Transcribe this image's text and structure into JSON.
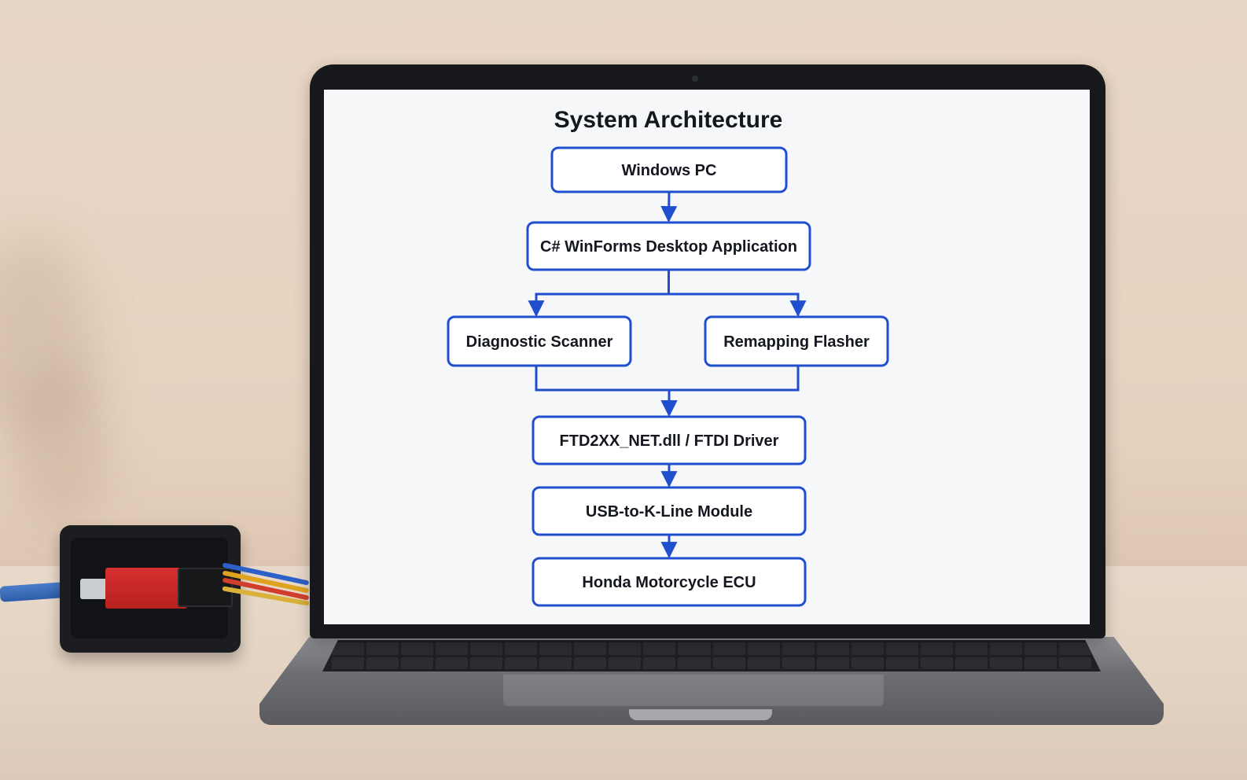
{
  "diagram": {
    "title": "System Architecture",
    "nodes": [
      {
        "id": "windows-pc",
        "label": "Windows PC"
      },
      {
        "id": "desktop-app",
        "label": "C# WinForms Desktop Application"
      },
      {
        "id": "diagnostic-scanner",
        "label": "Diagnostic Scanner"
      },
      {
        "id": "remapping-flasher",
        "label": "Remapping Flasher"
      },
      {
        "id": "ftdi-driver",
        "label": "FTD2XX_NET.dll / FTDI Driver"
      },
      {
        "id": "kline-module",
        "label": "USB-to-K-Line Module"
      },
      {
        "id": "honda-ecu",
        "label": "Honda Motorcycle ECU"
      }
    ],
    "edges": [
      {
        "from": "windows-pc",
        "to": "desktop-app"
      },
      {
        "from": "desktop-app",
        "to": "diagnostic-scanner"
      },
      {
        "from": "desktop-app",
        "to": "remapping-flasher"
      },
      {
        "from": "diagnostic-scanner",
        "to": "ftdi-driver"
      },
      {
        "from": "remapping-flasher",
        "to": "ftdi-driver"
      },
      {
        "from": "ftdi-driver",
        "to": "kline-module"
      },
      {
        "from": "kline-module",
        "to": "honda-ecu"
      }
    ],
    "colors": {
      "stroke": "#1f4fcf",
      "text": "#14171f",
      "screen": "#f6f7f9"
    }
  }
}
